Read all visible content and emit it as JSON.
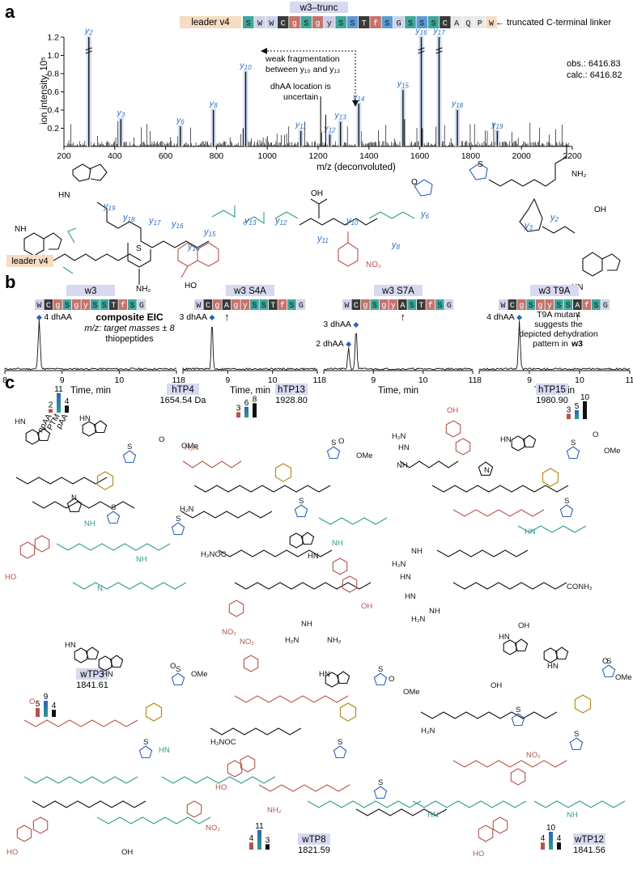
{
  "panels": {
    "a": "a",
    "b": "b",
    "c": "c"
  },
  "panel_a": {
    "peptide_name": "w3–trunc",
    "leader": "leader v4",
    "linker_note": "← truncated C-terminal linker",
    "sequence": [
      {
        "r": "S",
        "c": "#3fa79c"
      },
      {
        "r": "W",
        "c": "#cfd3ea"
      },
      {
        "r": "W",
        "c": "#cfd3ea"
      },
      {
        "r": "C",
        "c": "#3a3a3a",
        "fg": "#ffffff"
      },
      {
        "r": "g",
        "c": "#c4736b",
        "fg": "#ffffff"
      },
      {
        "r": "S",
        "c": "#3fa79c"
      },
      {
        "r": "g",
        "c": "#c4736b",
        "fg": "#ffffff"
      },
      {
        "r": "y",
        "c": "#c9cde6"
      },
      {
        "r": "S",
        "c": "#3fa79c"
      },
      {
        "r": "S",
        "c": "#5b9bd5"
      },
      {
        "r": "T",
        "c": "#3a3a3a",
        "fg": "#ffffff"
      },
      {
        "r": "f",
        "c": "#c4736b",
        "fg": "#ffffff"
      },
      {
        "r": "S",
        "c": "#5b9bd5"
      },
      {
        "r": "G",
        "c": "#cfd3ea"
      },
      {
        "r": "S",
        "c": "#3fa79c"
      },
      {
        "r": "S",
        "c": "#5b9bd5"
      },
      {
        "r": "S",
        "c": "#3fa79c"
      },
      {
        "r": "C",
        "c": "#3a3a3a",
        "fg": "#ffffff"
      },
      {
        "r": "A",
        "c": "#e8e8e8"
      },
      {
        "r": "Q",
        "c": "#e8e8e8"
      },
      {
        "r": "P",
        "c": "#e8e8e8"
      },
      {
        "r": "W",
        "c": "#f6dcc3"
      }
    ],
    "obs": "obs.: 6416.83",
    "calc": "calc.: 6416.82",
    "annotation_1": "weak fragmentation",
    "annotation_2": "between y₁₀ and y₁₃",
    "annotation_3": "dhAA location is",
    "annotation_4": "uncertain",
    "mol_leader": "leader v4"
  },
  "chart_data": [
    {
      "type": "line",
      "title": "",
      "xlabel": "m/z (deconvoluted)",
      "ylabel": "ion intensity, 10⁵",
      "xlim": [
        200,
        2200
      ],
      "ylim": [
        0,
        1.2
      ],
      "x_ticks": [
        "200",
        "400",
        "600",
        "800",
        "1000",
        "1200",
        "1400",
        "1600",
        "1800",
        "2000",
        "2200"
      ],
      "y_ticks": [
        "0.2",
        "0.4",
        "0.6",
        "0.8",
        "1.0",
        "1.2"
      ],
      "y_ion_labels": [
        {
          "label": "y2",
          "x": 298,
          "y": 1.2
        },
        {
          "label": "y3",
          "x": 424,
          "y": 0.3
        },
        {
          "label": "y6",
          "x": 658,
          "y": 0.22
        },
        {
          "label": "y8",
          "x": 788,
          "y": 0.4
        },
        {
          "label": "y10",
          "x": 915,
          "y": 0.82
        },
        {
          "label": "y11",
          "x": 1132,
          "y": 0.17
        },
        {
          "label": "y12",
          "x": 1246,
          "y": 0.13
        },
        {
          "label": "y13",
          "x": 1288,
          "y": 0.27
        },
        {
          "label": "y14",
          "x": 1360,
          "y": 0.47
        },
        {
          "label": "y15",
          "x": 1534,
          "y": 0.62
        },
        {
          "label": "y16",
          "x": 1606,
          "y": 1.2
        },
        {
          "label": "y17",
          "x": 1676,
          "y": 1.2
        },
        {
          "label": "y18",
          "x": 1748,
          "y": 0.4
        },
        {
          "label": "y19",
          "x": 1905,
          "y": 0.17
        }
      ]
    },
    {
      "type": "line",
      "title": "w3",
      "xlabel": "Time, min",
      "xlim": [
        8,
        11
      ],
      "x_ticks": [
        "8",
        "9",
        "10",
        "11"
      ],
      "peaks": [
        {
          "label": "4 dhAA",
          "x": 8.6,
          "y": 1.0
        }
      ]
    },
    {
      "type": "line",
      "title": "w3 S4A",
      "xlabel": "Time, min",
      "xlim": [
        8,
        11
      ],
      "x_ticks": [
        "8",
        "9",
        "10",
        "11"
      ],
      "peaks": [
        {
          "label": "3 dhAA",
          "x": 8.65,
          "y": 1.0
        }
      ]
    },
    {
      "type": "line",
      "title": "w3 S7A",
      "xlabel": "Time, min",
      "xlim": [
        8,
        11
      ],
      "x_ticks": [
        "8",
        "9",
        "10",
        "11"
      ],
      "peaks": [
        {
          "label": "2 dhAA",
          "x": 8.5,
          "y": 0.45
        },
        {
          "label": "3 dhAA",
          "x": 8.65,
          "y": 0.85
        }
      ]
    },
    {
      "type": "line",
      "title": "w3 T9A",
      "xlabel": "Time, min",
      "xlim": [
        8,
        11
      ],
      "x_ticks": [
        "8",
        "9",
        "10",
        "11"
      ],
      "peaks": [
        {
          "label": "4 dhAA",
          "x": 8.8,
          "y": 1.0
        }
      ]
    }
  ],
  "panel_b": {
    "composite_title": "composite EIC",
    "composite_sub": "m/z: target masses ± 8",
    "composite_sub2": "thiopeptides",
    "t9a_note_1": "T9A mutant",
    "t9a_note_2": "suggests the",
    "t9a_note_3": "depicted dehydration",
    "t9a_note_4": "pattern in",
    "t9a_note_bold": "w3",
    "seqs": {
      "w3": [
        "W",
        "C",
        "g",
        "S",
        "g",
        "y",
        "S",
        "S",
        "T",
        "f",
        "S",
        "G"
      ],
      "s4a": [
        "W",
        "C",
        "g",
        "A",
        "g",
        "y",
        "S",
        "S",
        "T",
        "f",
        "S",
        "G"
      ],
      "s7a": [
        "W",
        "C",
        "g",
        "S",
        "g",
        "y",
        "A",
        "S",
        "T",
        "f",
        "S",
        "G"
      ],
      "t9a": [
        "W",
        "C",
        "g",
        "S",
        "g",
        "y",
        "S",
        "S",
        "A",
        "f",
        "S",
        "G"
      ]
    },
    "arrow": "↑"
  },
  "panel_c": {
    "bar_legend": [
      "npAA",
      "PTM",
      "pAA"
    ],
    "peptides": [
      {
        "name": "hTP4",
        "mass": "1654.54 Da",
        "bars": [
          "2",
          "11",
          "4"
        ]
      },
      {
        "name": "hTP13",
        "mass": "1928.80",
        "bars": [
          "3",
          "6",
          "8"
        ]
      },
      {
        "name": "hTP15",
        "mass": "1980.90",
        "bars": [
          "3",
          "5",
          "10"
        ]
      },
      {
        "name": "wTP3",
        "mass": "1841.61",
        "bars": [
          "5",
          "9",
          "4"
        ]
      },
      {
        "name": "wTP8",
        "mass": "1821.59",
        "bars": [
          "4",
          "11",
          "3"
        ]
      },
      {
        "name": "wTP12",
        "mass": "1841.56",
        "bars": [
          "4",
          "10",
          "4"
        ]
      }
    ],
    "atoms": {
      "NH": "NH",
      "HN": "HN",
      "N": "N",
      "O": "O",
      "S": "S",
      "OH": "OH",
      "HO": "HO",
      "NH2": "NH₂",
      "H2N": "H₂N",
      "OMe": "OMe",
      "NO2": "NO₂",
      "CONH2": "CONH₂",
      "H2NOC": "H₂NOC"
    }
  },
  "colors": {
    "red": "#b5534a",
    "teal": "#2e9c8e",
    "blue": "#2d63b8",
    "gold": "#b8962b",
    "ylabel_blue": "#2a6fc0",
    "tagbg": "#d6d9ef",
    "leaderbg": "#f6dcc3"
  }
}
